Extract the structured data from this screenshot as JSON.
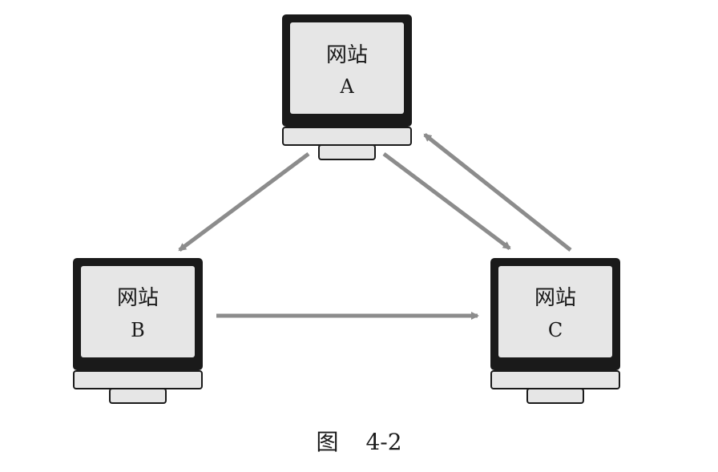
{
  "nodes": [
    {
      "label": "网站",
      "id": "A"
    },
    {
      "label": "网站",
      "id": "B"
    },
    {
      "label": "网站",
      "id": "C"
    }
  ],
  "caption": {
    "figure_word": "图",
    "figure_number": "4-2"
  },
  "colors": {
    "arrow": "#8c8c8c",
    "monitor_frame": "#1a1a1a",
    "screen": "#e6e6e6",
    "base": "#e6e6e6"
  }
}
